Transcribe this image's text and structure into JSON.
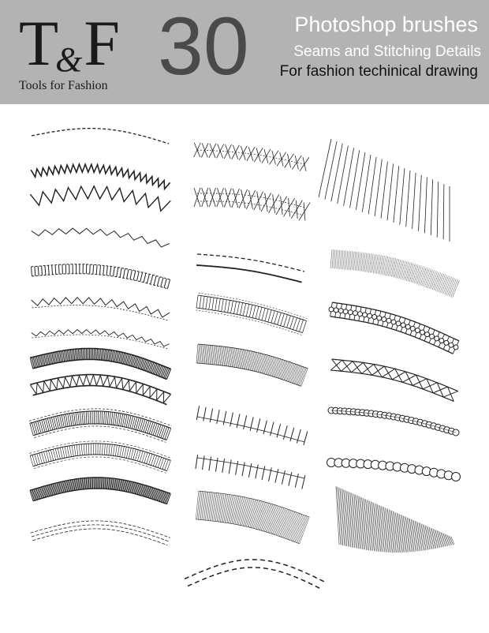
{
  "brand": {
    "logo_text": "T&F",
    "logo_mark_left": "T",
    "logo_mark_amp": "&",
    "logo_mark_right": "F",
    "name": "Tools for Fashion"
  },
  "header": {
    "count": "30",
    "title": "Photoshop brushes",
    "subtitle": "Seams and Stitching Details",
    "tagline": "For fashion techinical drawing"
  },
  "colors": {
    "header_bg": "#b3b3b3",
    "count_text": "#4a4a4a",
    "title_text": "#ffffff",
    "tagline_text": "#111111",
    "stroke": "#222222"
  },
  "brush_samples": {
    "left_column": [
      "dashed-topstitch",
      "zigzag-dense",
      "zigzag-large",
      "zigzag-small",
      "coverstitch-comb",
      "zigzag-dashed",
      "wave-small",
      "binding-ribbed-dark",
      "binding-triangle",
      "elastic-band",
      "elastic-band-light",
      "binding-ribbed-dense",
      "double-needle-dashed"
    ],
    "middle_column": [
      "feather-stitch",
      "feather-stitch-double",
      "dashed-and-solid",
      "ladder-tape",
      "rib-band",
      "fringe-stitch",
      "fringe-stitch-bottom",
      "rib-fabric",
      "dashed-double-lower"
    ],
    "right_column": [
      "radial-lines",
      "fine-lines",
      "knitted-chain",
      "cross-stitch-band",
      "wave-loops",
      "circle-chain",
      "dense-wave"
    ]
  }
}
